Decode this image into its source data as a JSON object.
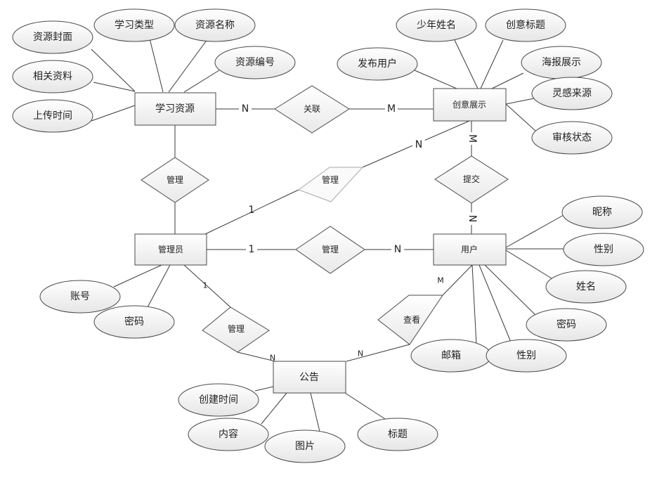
{
  "entities": {
    "resource": "学习资源",
    "creative": "创意展示",
    "admin": "管理员",
    "user": "用户",
    "notice": "公告"
  },
  "relationships": {
    "rel_link": "关联",
    "rel_manage_res": "管理",
    "rel_manage_creative": "管理",
    "rel_submit": "提交",
    "rel_manage_user": "管理",
    "rel_manage_notice": "管理",
    "rel_view": "查看"
  },
  "attributes": {
    "res_cover": "资源封面",
    "res_type": "学习类型",
    "res_name": "资源名称",
    "res_code": "资源编号",
    "res_material": "相关资料",
    "res_upload_time": "上传时间",
    "cr_youth_name": "少年姓名",
    "cr_title": "创意标题",
    "cr_pub_user": "发布用户",
    "cr_poster": "海报展示",
    "cr_inspiration": "灵感来源",
    "cr_review": "审核状态",
    "u_nickname": "昵称",
    "u_gender": "性别",
    "u_name": "姓名",
    "u_password": "密码",
    "u_email": "邮箱",
    "u_gender2": "性别",
    "a_account": "账号",
    "a_password": "密码",
    "n_create_time": "创建时间",
    "n_content": "内容",
    "n_image": "图片",
    "n_title": "标题"
  },
  "cardinalities": {
    "res_link": "N",
    "link_creative": "M",
    "creative_submit": "M",
    "submit_user": "N",
    "admin_manage_creative": "1",
    "manage_creative": "N",
    "admin_manage_user": "1",
    "manage_user_user": "N",
    "admin_notice": "1",
    "notice_from_admin": "N",
    "user_view": "M",
    "view_notice": "N"
  }
}
